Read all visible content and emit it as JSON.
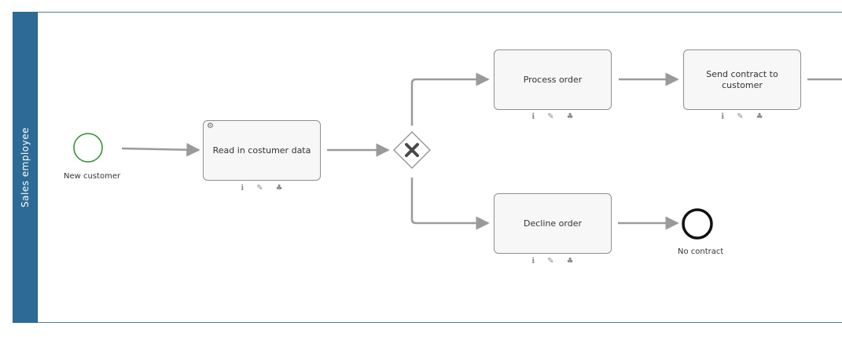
{
  "lane": {
    "label": "Sales employee"
  },
  "events": {
    "start": {
      "label": "New customer",
      "stroke": "#2e8b2e"
    },
    "end": {
      "label": "No contract",
      "stroke": "#111111"
    }
  },
  "tasks": [
    {
      "id": "read",
      "label": "Read in costumer data",
      "service": true
    },
    {
      "id": "process",
      "label": "Process order",
      "service": false
    },
    {
      "id": "send",
      "label": "Send contract to customer",
      "service": false
    },
    {
      "id": "decline",
      "label": "Decline order",
      "service": false
    }
  ],
  "gateway": {
    "type": "exclusive"
  },
  "icons": [
    "info-icon",
    "attachment-icon",
    "hierarchy-icon",
    "gear-icon"
  ],
  "colors": {
    "lane": "#2d6b96",
    "flow": "#9a9a9a",
    "task_border": "#8f8f8f"
  }
}
